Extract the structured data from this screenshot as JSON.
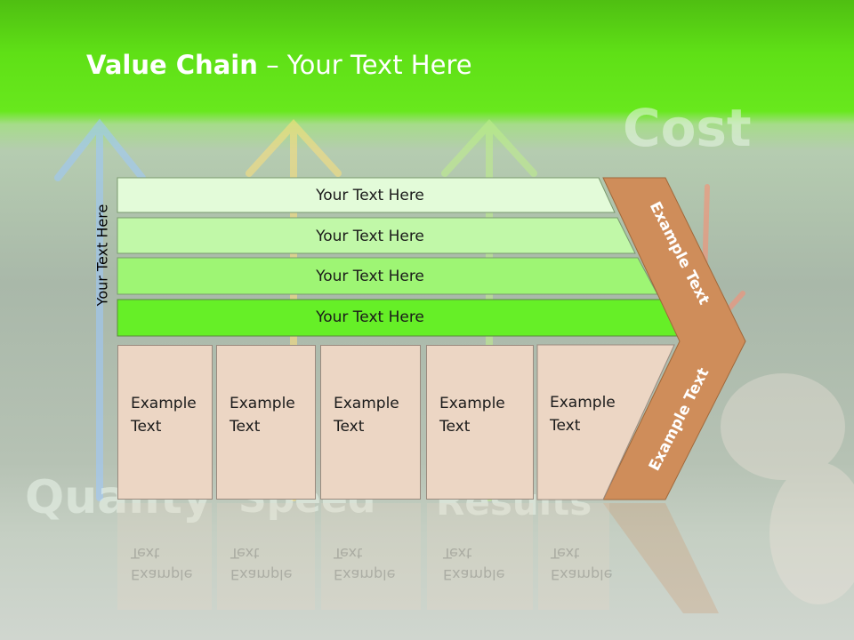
{
  "title": {
    "bold": "Value Chain",
    "rest": " – Your Text Here"
  },
  "side_label": "Your Text Here",
  "bands": [
    {
      "label": "Your Text Here",
      "color": "#e3fbd9"
    },
    {
      "label": "Your Text Here",
      "color": "#c1f8a8"
    },
    {
      "label": "Your Text Here",
      "color": "#9ef574"
    },
    {
      "label": "Your Text Here",
      "color": "#66ef27"
    }
  ],
  "columns": [
    {
      "line1": "Example",
      "line2": "Text"
    },
    {
      "line1": "Example",
      "line2": "Text"
    },
    {
      "line1": "Example",
      "line2": "Text"
    },
    {
      "line1": "Example",
      "line2": "Text"
    },
    {
      "line1": "Example",
      "line2": "Text"
    }
  ],
  "chevron": {
    "top_label": "Example Text",
    "bottom_label": "Example Text",
    "color": "#cf8d5a"
  },
  "background_words": {
    "quality": "Quality",
    "speed": "Speed",
    "results": "Results",
    "cost": "Cost"
  }
}
